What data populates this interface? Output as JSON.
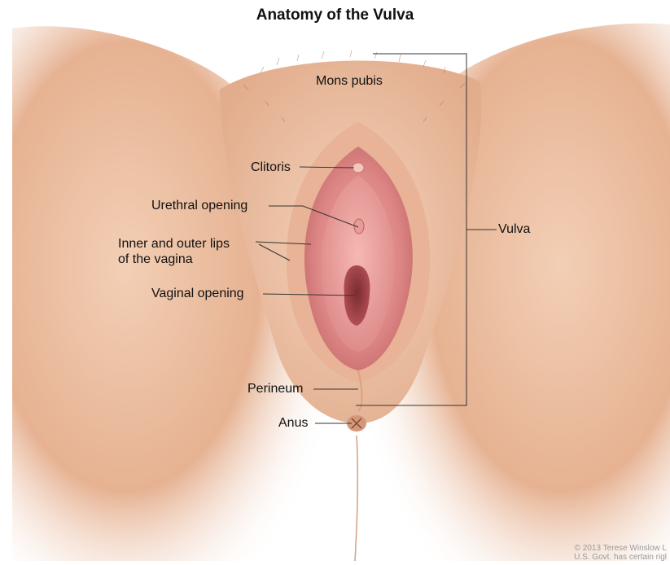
{
  "title": "Anatomy of the Vulva",
  "labels": {
    "mons_pubis": "Mons pubis",
    "clitoris": "Clitoris",
    "urethral_opening": "Urethral opening",
    "lips_line1": "Inner and outer lips",
    "lips_line2": "of the vagina",
    "vaginal_opening": "Vaginal opening",
    "vulva": "Vulva",
    "perineum": "Perineum",
    "anus": "Anus"
  },
  "credit": {
    "line1": "© 2013 Terese Winslow L",
    "line2": "U.S. Govt. has certain rigl"
  },
  "colors": {
    "skin_light": "#f6d9c6",
    "skin_mid": "#e9b99b",
    "skin_shadow": "#c98e71",
    "mucosa": "#e58c8f",
    "mucosa_dark": "#b95357",
    "leader_line": "#333333"
  }
}
